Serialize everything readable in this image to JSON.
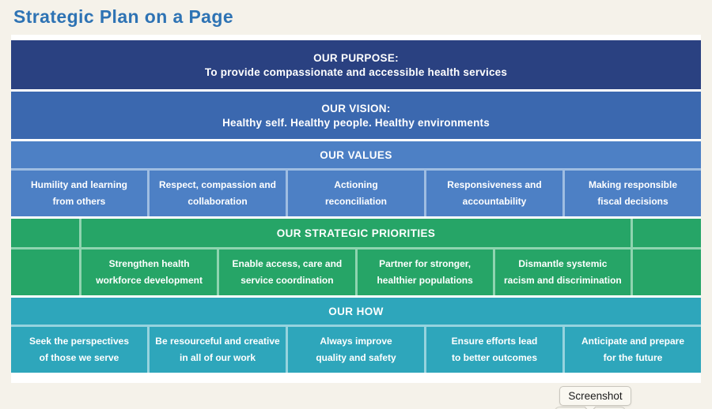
{
  "page": {
    "title": "Strategic Plan on a Page"
  },
  "colors": {
    "background": "#f5f2ea",
    "panel": "#ffffff",
    "title_text": "#2e73b4",
    "purpose_band": "#2a4181",
    "vision_band": "#3b68af",
    "values_band": "#4d80c5",
    "priorities_band": "#26a567",
    "how_band": "#2ea6bb",
    "cell_text": "#ffffff"
  },
  "plan": {
    "purpose": {
      "heading": "OUR PURPOSE:",
      "text": "To provide compassionate and accessible health services"
    },
    "vision": {
      "heading": "OUR VISION:",
      "text": "Healthy self. Healthy people. Healthy environments"
    },
    "values": {
      "heading": "OUR VALUES",
      "items": [
        "Humility and learning\nfrom others",
        "Respect, compassion and\ncollaboration",
        "Actioning\nreconciliation",
        "Responsiveness and\naccountability",
        "Making responsible\nfiscal decisions"
      ]
    },
    "priorities": {
      "heading": "OUR STRATEGIC PRIORITIES",
      "items": [
        "Strengthen health\nworkforce development",
        "Enable access, care and\nservice coordination",
        "Partner for stronger,\nhealthier populations",
        "Dismantle systemic\nracism and discrimination"
      ]
    },
    "how": {
      "heading": "OUR HOW",
      "items": [
        "Seek the perspectives\nof those we serve",
        "Be resourceful and creative\nin all of our work",
        "Always improve\nquality and safety",
        "Ensure efforts lead\nto better outcomes",
        "Anticipate and prepare\nfor the future"
      ]
    }
  },
  "tooltip": {
    "label": "Screenshot"
  }
}
